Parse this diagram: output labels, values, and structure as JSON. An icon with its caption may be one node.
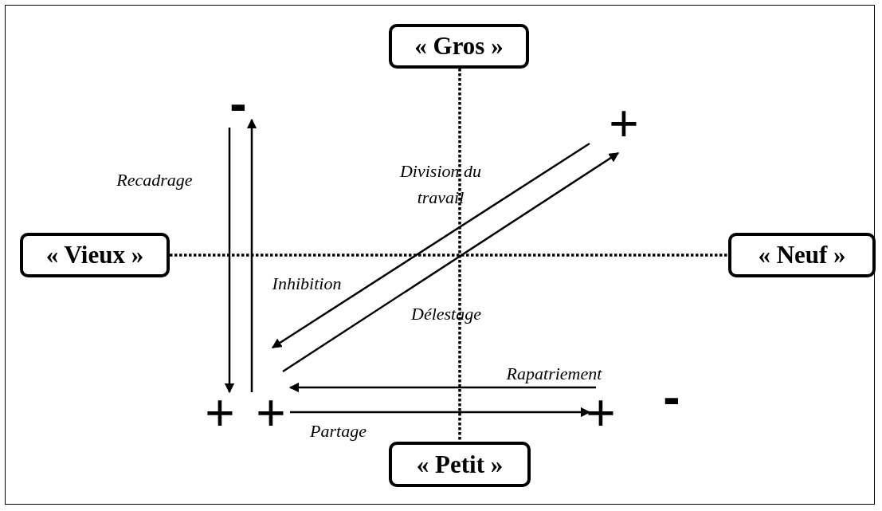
{
  "diagram": {
    "nodes": [
      {
        "text": [
          "« Gros »"
        ]
      },
      {
        "text": [
          "« Vieux »"
        ]
      },
      {
        "text": [
          "« Neuf »"
        ]
      },
      {
        "text": [
          "« Petit »"
        ]
      },
      {
        "text": [
          "-"
        ]
      },
      {
        "text": [
          "+"
        ]
      },
      {
        "text": [
          "+"
        ]
      },
      {
        "text": [
          "+"
        ]
      },
      {
        "text": [
          "+"
        ]
      }
    ],
    "edges": [
      {
        "from": 0,
        "to": 3,
        "arrow": "none",
        "style": "dashed"
      },
      {
        "from": 1,
        "to": 2,
        "arrow": "none",
        "style": "dashed"
      },
      {
        "from": 4,
        "to": 6,
        "arrow": "to",
        "label": "Recadrage"
      },
      {
        "from": 7,
        "to": 4,
        "arrow": "to",
        "label": "Inhibition"
      },
      {
        "from": 5,
        "to": 7,
        "arrow": "to",
        "label": "Division du travail"
      },
      {
        "from": 7,
        "to": 5,
        "arrow": "to",
        "label": "Délestage"
      },
      {
        "from": 8,
        "to": 7,
        "arrow": "to",
        "label": "Rapatriement"
      },
      {
        "from": 7,
        "to": 8,
        "arrow": "to",
        "label": "Partage"
      }
    ],
    "labels": [
      "-"
    ]
  }
}
